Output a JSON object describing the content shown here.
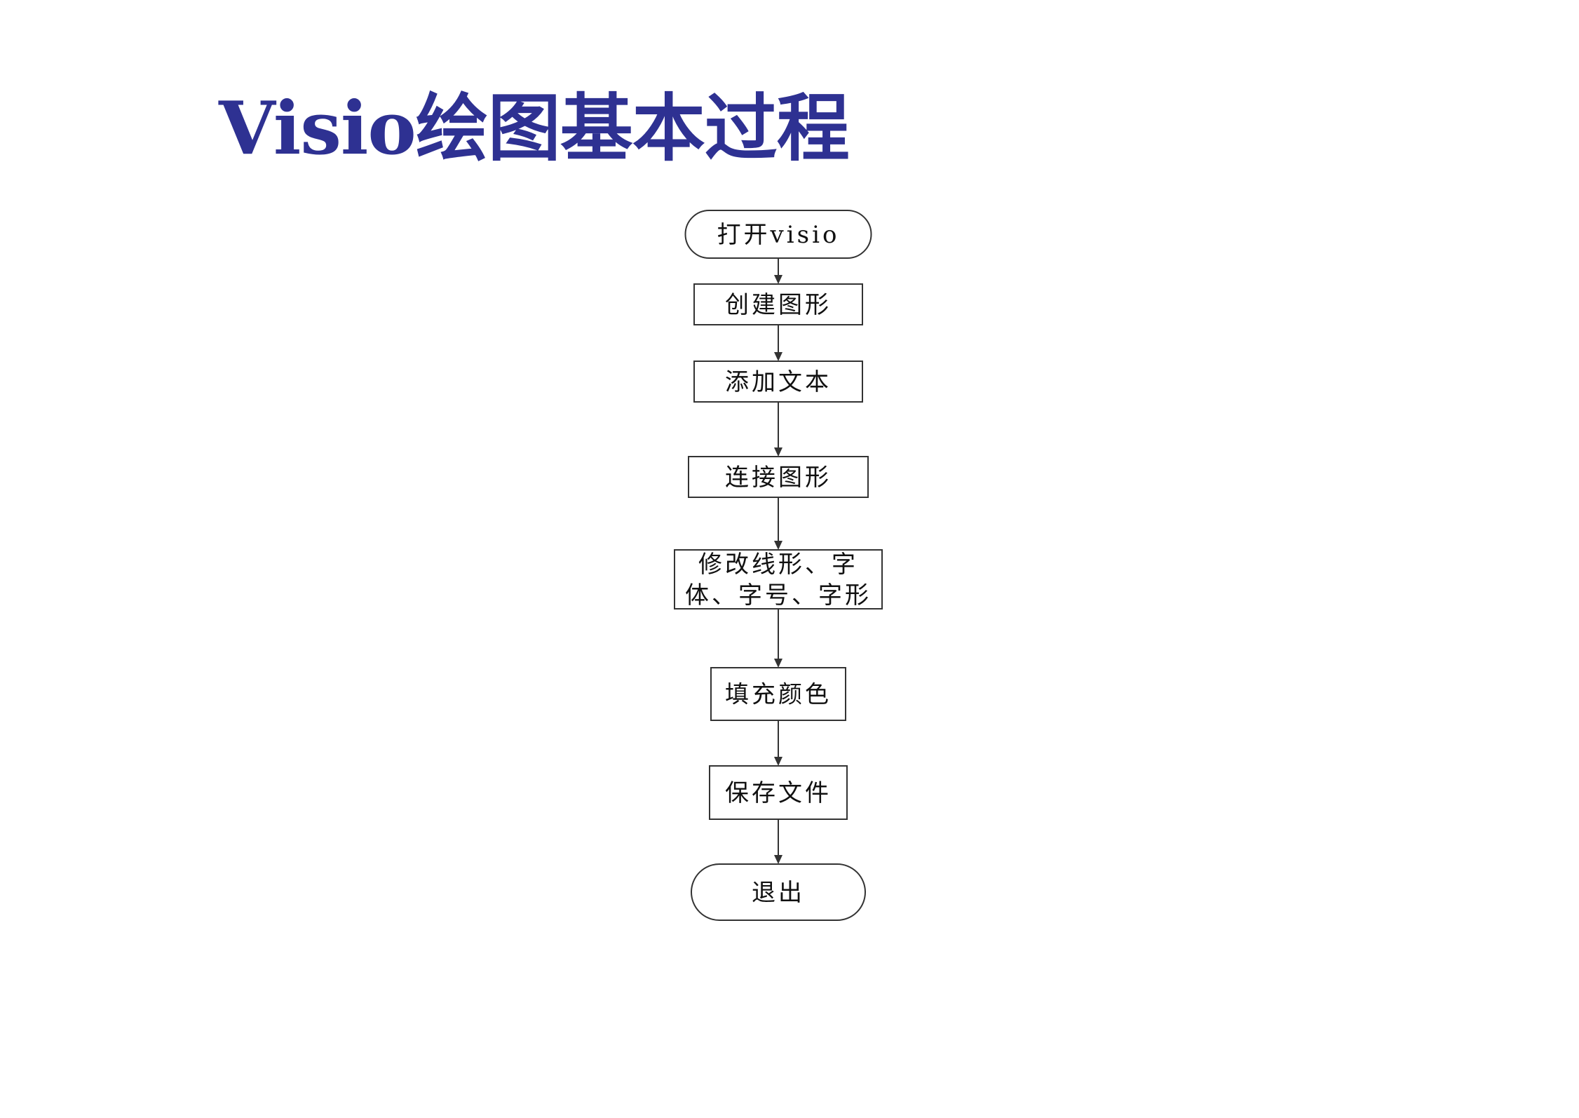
{
  "page": {
    "title": "Visio绘图基本过程"
  },
  "colors": {
    "title": "#2e3192",
    "stroke": "#333333",
    "text": "#111111",
    "background": "#ffffff"
  },
  "flowchart": {
    "nodes": [
      {
        "id": "start",
        "shape": "terminator",
        "lines": [
          "打开visio"
        ]
      },
      {
        "id": "create-shape",
        "shape": "process",
        "lines": [
          "创建图形"
        ]
      },
      {
        "id": "add-text",
        "shape": "process",
        "lines": [
          "添加文本"
        ]
      },
      {
        "id": "connect-shapes",
        "shape": "process",
        "lines": [
          "连接图形"
        ]
      },
      {
        "id": "modify-style",
        "shape": "process",
        "lines": [
          "修改线形、字",
          "体、字号、字形"
        ]
      },
      {
        "id": "fill-color",
        "shape": "process",
        "lines": [
          "填充颜色"
        ]
      },
      {
        "id": "save-file",
        "shape": "process",
        "lines": [
          "保存文件"
        ]
      },
      {
        "id": "exit",
        "shape": "terminator",
        "lines": [
          "退出"
        ]
      }
    ],
    "edges": [
      {
        "from": "start",
        "to": "create-shape"
      },
      {
        "from": "create-shape",
        "to": "add-text"
      },
      {
        "from": "add-text",
        "to": "connect-shapes"
      },
      {
        "from": "connect-shapes",
        "to": "modify-style"
      },
      {
        "from": "modify-style",
        "to": "fill-color"
      },
      {
        "from": "fill-color",
        "to": "save-file"
      },
      {
        "from": "save-file",
        "to": "exit"
      }
    ]
  }
}
